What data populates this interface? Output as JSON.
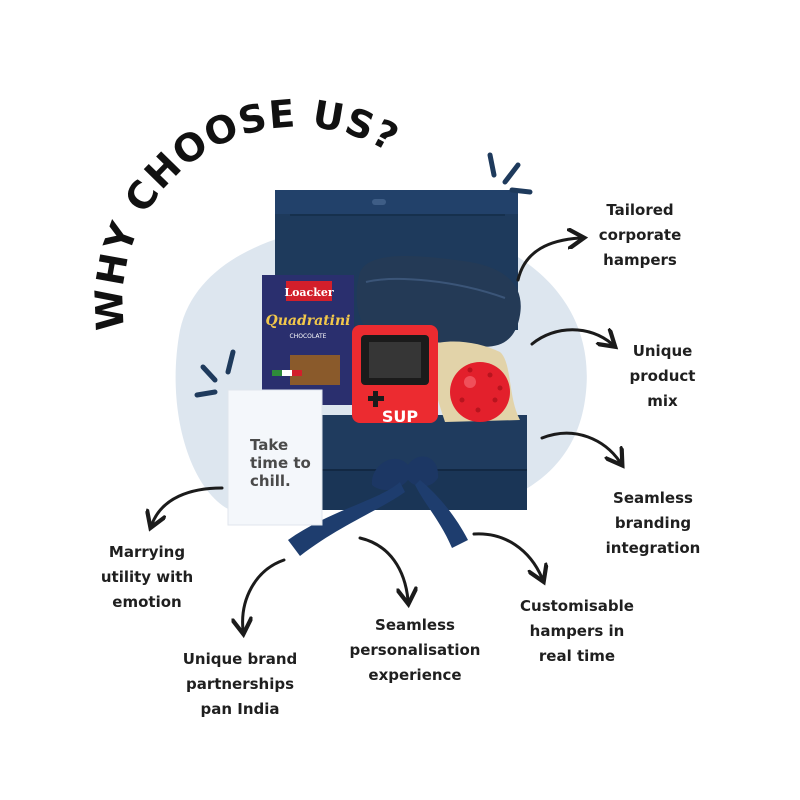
{
  "headline": "WHY CHOOSE US?",
  "colors": {
    "navy": "#1e3a5c",
    "blob": "#dde6ef",
    "text": "#1f1f1f",
    "red": "#e3202c"
  },
  "features": {
    "tailored": [
      "Tailored",
      "corporate",
      "hampers"
    ],
    "unique_mix": [
      "Unique",
      "product",
      "mix"
    ],
    "branding": [
      "Seamless",
      "branding",
      "integration"
    ],
    "customisable": [
      "Customisable",
      "hampers in",
      "real time"
    ],
    "personalisation": [
      "Seamless",
      "personalisation",
      "experience"
    ],
    "partnerships": [
      "Unique brand",
      "partnerships",
      "pan India"
    ],
    "utility": [
      "Marrying",
      "utility with",
      "emotion"
    ]
  },
  "product": {
    "card_text": [
      "Take",
      "time to",
      "chill."
    ],
    "snack_brand": "Loacker",
    "snack_name": "Quadratini",
    "snack_flavor": "CHOCOLATE",
    "console_text": "SUP"
  }
}
